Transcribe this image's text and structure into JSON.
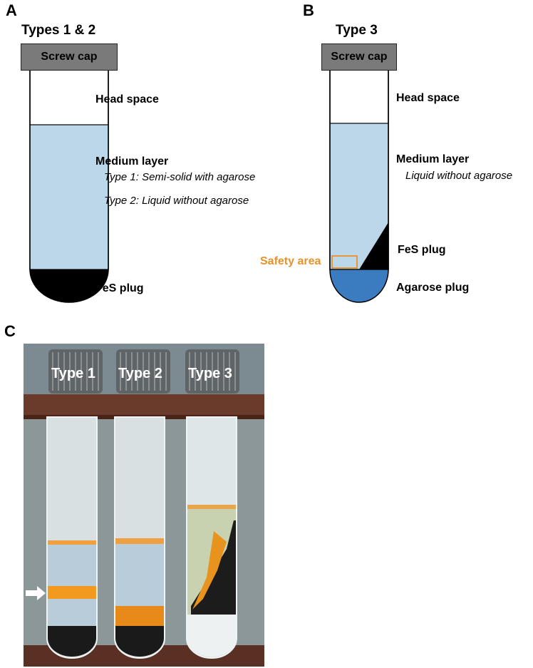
{
  "panel_a": {
    "letter": "A",
    "title": "Types 1 & 2",
    "cap_label": "Screw cap",
    "head_space": "Head space",
    "medium_layer": "Medium layer",
    "type1_desc": "Type 1:  Semi-solid with agarose",
    "type2_desc": "Type 2:  Liquid without agarose",
    "fes_plug": "FeS plug"
  },
  "panel_b": {
    "letter": "B",
    "title": "Type 3",
    "cap_label": "Screw cap",
    "head_space": "Head space",
    "medium_layer": "Medium layer",
    "medium_desc": "Liquid without agarose",
    "fes_plug": "FeS plug",
    "safety_area": "Safety area",
    "agarose_plug": "Agarose plug"
  },
  "panel_c": {
    "letter": "C",
    "tube_labels": [
      "Type 1",
      "Type 2",
      "Type 3"
    ]
  },
  "colors": {
    "medium": "#bcd7ea",
    "fes": "#000000",
    "agarose": "#3a7cbf",
    "safety": "#e8922a",
    "cap": "#7a7a7a"
  }
}
